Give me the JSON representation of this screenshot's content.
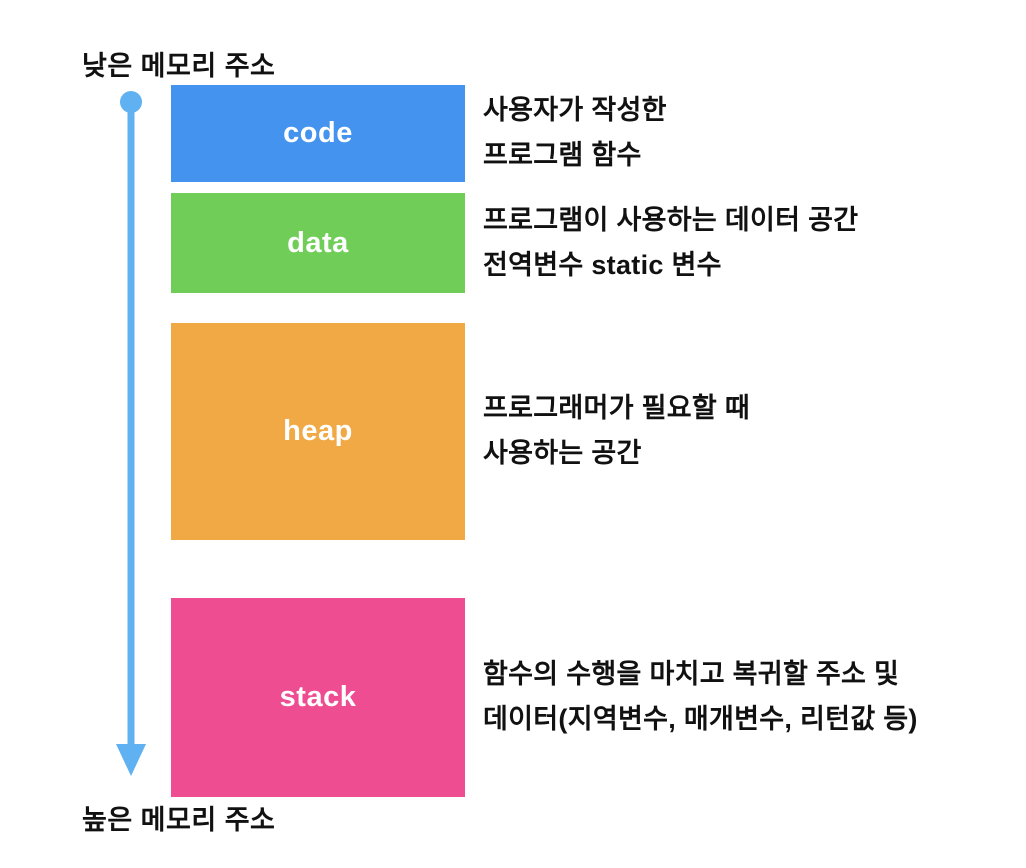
{
  "diagram": {
    "title_semantic": "process-memory-layout",
    "top_label": "낮은 메모리 주소",
    "bottom_label": "높은 메모리 주소",
    "arrow": {
      "color": "#5FB1F1",
      "direction": "down"
    },
    "segments": [
      {
        "name": "code",
        "color": "#4493EE",
        "desc_line1": "사용자가 작성한",
        "desc_line2": "프로그램 함수"
      },
      {
        "name": "data",
        "color": "#70CE58",
        "desc_line1": "프로그램이 사용하는 데이터 공간",
        "desc_line2": "전역변수 static 변수"
      },
      {
        "name": "heap",
        "color": "#F0A945",
        "desc_line1": "프로그래머가 필요할 때",
        "desc_line2": "사용하는 공간"
      },
      {
        "name": "stack",
        "color": "#EE4D92",
        "desc_line1": "함수의 수행을 마치고 복귀할 주소 및",
        "desc_line2": "데이터(지역변수, 매개변수, 리턴값 등)"
      }
    ]
  }
}
